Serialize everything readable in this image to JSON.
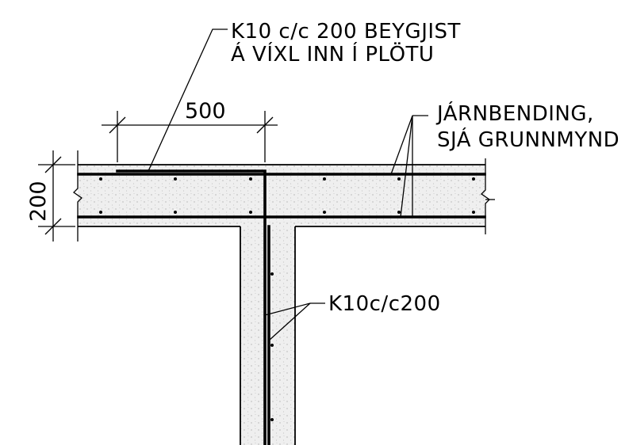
{
  "annotations": {
    "top_bar_line1": "K10 c/c 200 BEYGJIST",
    "top_bar_line2": "Á VÍXL INN Í PLÖTU",
    "slab_reinf_line1": "JÁRNBENDING,",
    "slab_reinf_line2": "SJÁ GRUNNMYND",
    "wall_bar": "K10c/c200"
  },
  "dimensions": {
    "anchorage_length": "500",
    "slab_thickness": "200"
  },
  "colors": {
    "ink": "#000000",
    "concrete_fill": "#ececec",
    "background": "#ffffff"
  }
}
